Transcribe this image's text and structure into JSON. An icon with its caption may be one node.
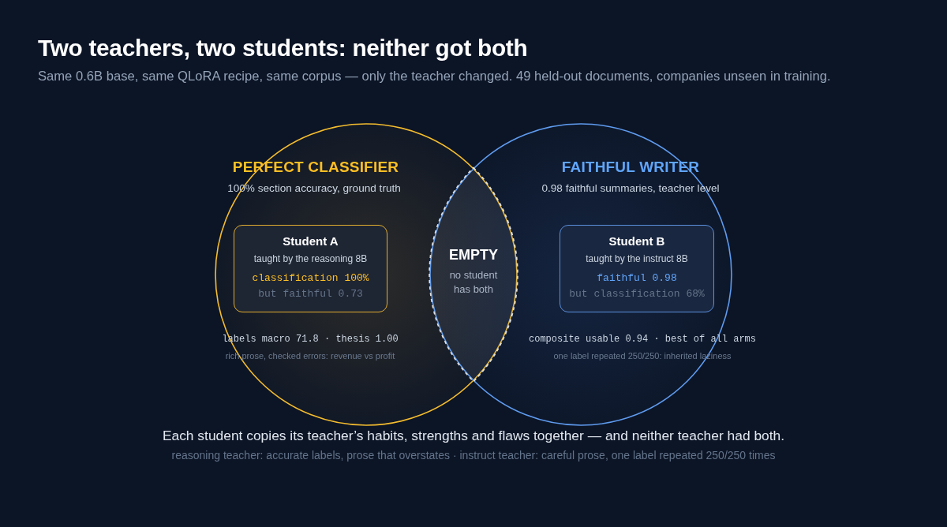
{
  "diagram": {
    "title": "Two teachers, two students: neither got both",
    "nodes": [
      {
        "text": [
          "PERFECT CLASSIFIER",
          "100% section accuracy, ground truth",
          "labels macro 71.8 · thesis 1.00",
          "rich prose, checked errors: revenue vs profit"
        ]
      },
      {
        "text": [
          "Student A",
          "taught by the reasoning 8B",
          "classification 100%",
          "but faithful 0.73"
        ],
        "in": 0
      },
      {
        "text": [
          "EMPTY",
          "no student has both"
        ]
      },
      {
        "text": [
          "FAITHFUL WRITER",
          "0.98 faithful summaries, teacher level",
          "composite usable 0.94 · best of all arms",
          "one label repeated 250/250: inherited laziness"
        ]
      },
      {
        "text": [
          "Student B",
          "taught by the instruct 8B",
          "faithful 0.98",
          "but classification 68%"
        ],
        "in": 3
      }
    ],
    "labels": [
      "Same 0.6B base, same QLoRA recipe, same corpus — only the teacher changed. 49 held-out documents, companies unseen in training.",
      "Each student copies its teacher’s habits, strengths and flaws together — and neither teacher had both.",
      "reasoning teacher: accurate labels, prose that overstates · instruct teacher: careful prose, one label repeated 250/250 times"
    ]
  }
}
